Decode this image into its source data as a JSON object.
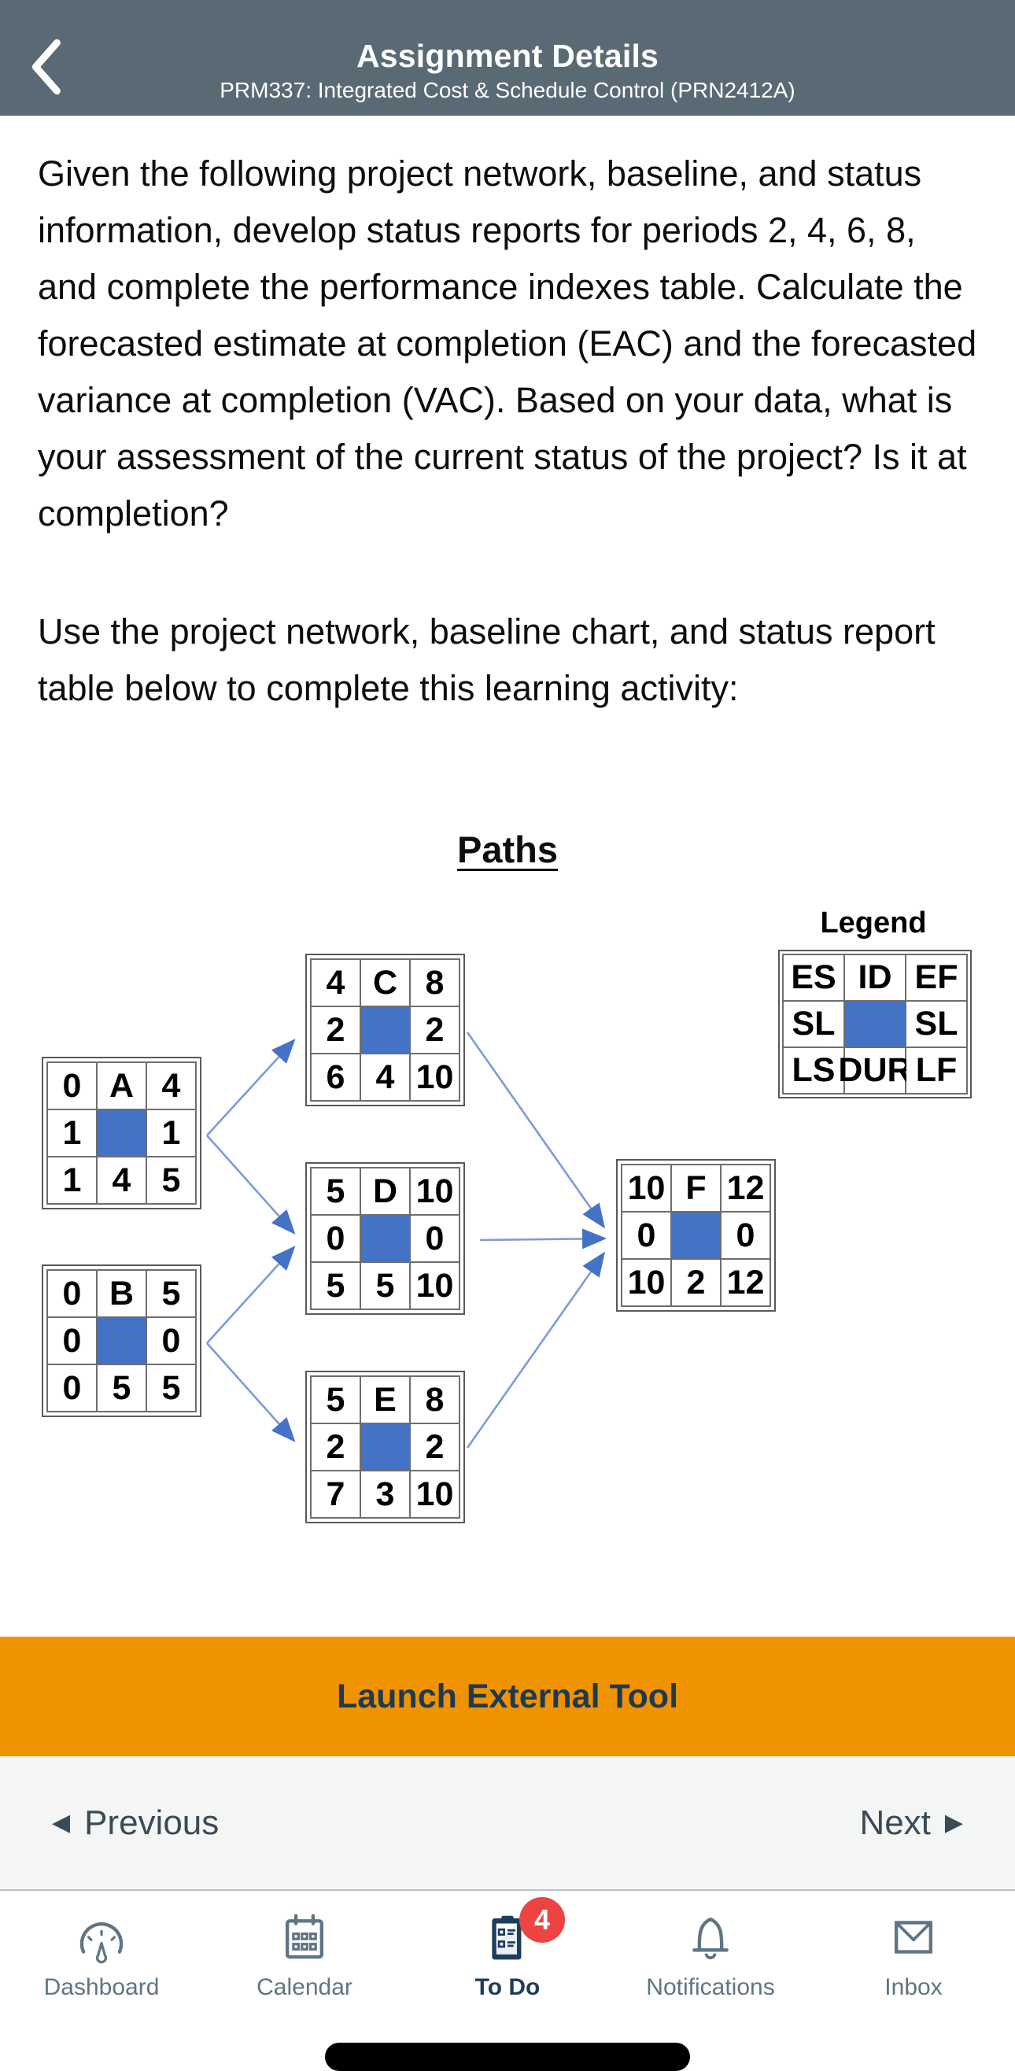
{
  "header": {
    "title": "Assignment Details",
    "subtitle": "PRM337: Integrated Cost & Schedule Control (PRN2412A)",
    "back_icon": "chevron-left-icon"
  },
  "content": {
    "paragraph1": "Given the following project network, baseline, and status information, develop status reports for periods 2, 4, 6, 8, and complete the performance indexes table. Calculate the forecasted estimate at completion (EAC) and the forecasted variance at completion (VAC). Based on your data, what is your assessment of the current status of the project? Is it at completion?",
    "paragraph2": "Use the project network, baseline chart, and status report table below to complete this learning activity:"
  },
  "diagram": {
    "title": "Paths",
    "legend": {
      "title": "Legend",
      "cells": [
        [
          "ES",
          "ID",
          "EF"
        ],
        [
          "SL",
          "",
          "SL"
        ],
        [
          "LS",
          "DUR",
          "LF"
        ]
      ]
    },
    "nodes": {
      "A": [
        [
          "0",
          "A",
          "4"
        ],
        [
          "1",
          "",
          "1"
        ],
        [
          "1",
          "4",
          "5"
        ]
      ],
      "B": [
        [
          "0",
          "B",
          "5"
        ],
        [
          "0",
          "",
          "0"
        ],
        [
          "0",
          "5",
          "5"
        ]
      ],
      "C": [
        [
          "4",
          "C",
          "8"
        ],
        [
          "2",
          "",
          "2"
        ],
        [
          "6",
          "4",
          "10"
        ]
      ],
      "D": [
        [
          "5",
          "D",
          "10"
        ],
        [
          "0",
          "",
          "0"
        ],
        [
          "5",
          "5",
          "10"
        ]
      ],
      "E": [
        [
          "5",
          "E",
          "8"
        ],
        [
          "2",
          "",
          "2"
        ],
        [
          "7",
          "3",
          "10"
        ]
      ],
      "F": [
        [
          "10",
          "F",
          "12"
        ],
        [
          "0",
          "",
          "0"
        ],
        [
          "10",
          "2",
          "12"
        ]
      ]
    },
    "edges": [
      "A-C",
      "A-D",
      "B-D",
      "B-E",
      "C-F",
      "D-F",
      "E-F"
    ]
  },
  "launch_button": {
    "label": "Launch External Tool"
  },
  "pagination": {
    "previous": "Previous",
    "next": "Next"
  },
  "tabbar": {
    "items": [
      {
        "label": "Dashboard",
        "icon": "speedometer-icon",
        "active": false
      },
      {
        "label": "Calendar",
        "icon": "calendar-icon",
        "active": false
      },
      {
        "label": "To Do",
        "icon": "todo-clipboard-icon",
        "active": true,
        "badge": "4"
      },
      {
        "label": "Notifications",
        "icon": "bell-icon",
        "active": false
      },
      {
        "label": "Inbox",
        "icon": "envelope-icon",
        "active": false
      }
    ]
  },
  "colors": {
    "header_bg": "#5A6A74",
    "accent_blue": "#4472C4",
    "arrow_blue": "#7C9BD8",
    "launch_orange": "#EF9300",
    "launch_text": "#1F3A4F",
    "badge_red": "#EE4343",
    "tab_inactive": "#5E7584",
    "tab_active": "#1C3D5D"
  }
}
